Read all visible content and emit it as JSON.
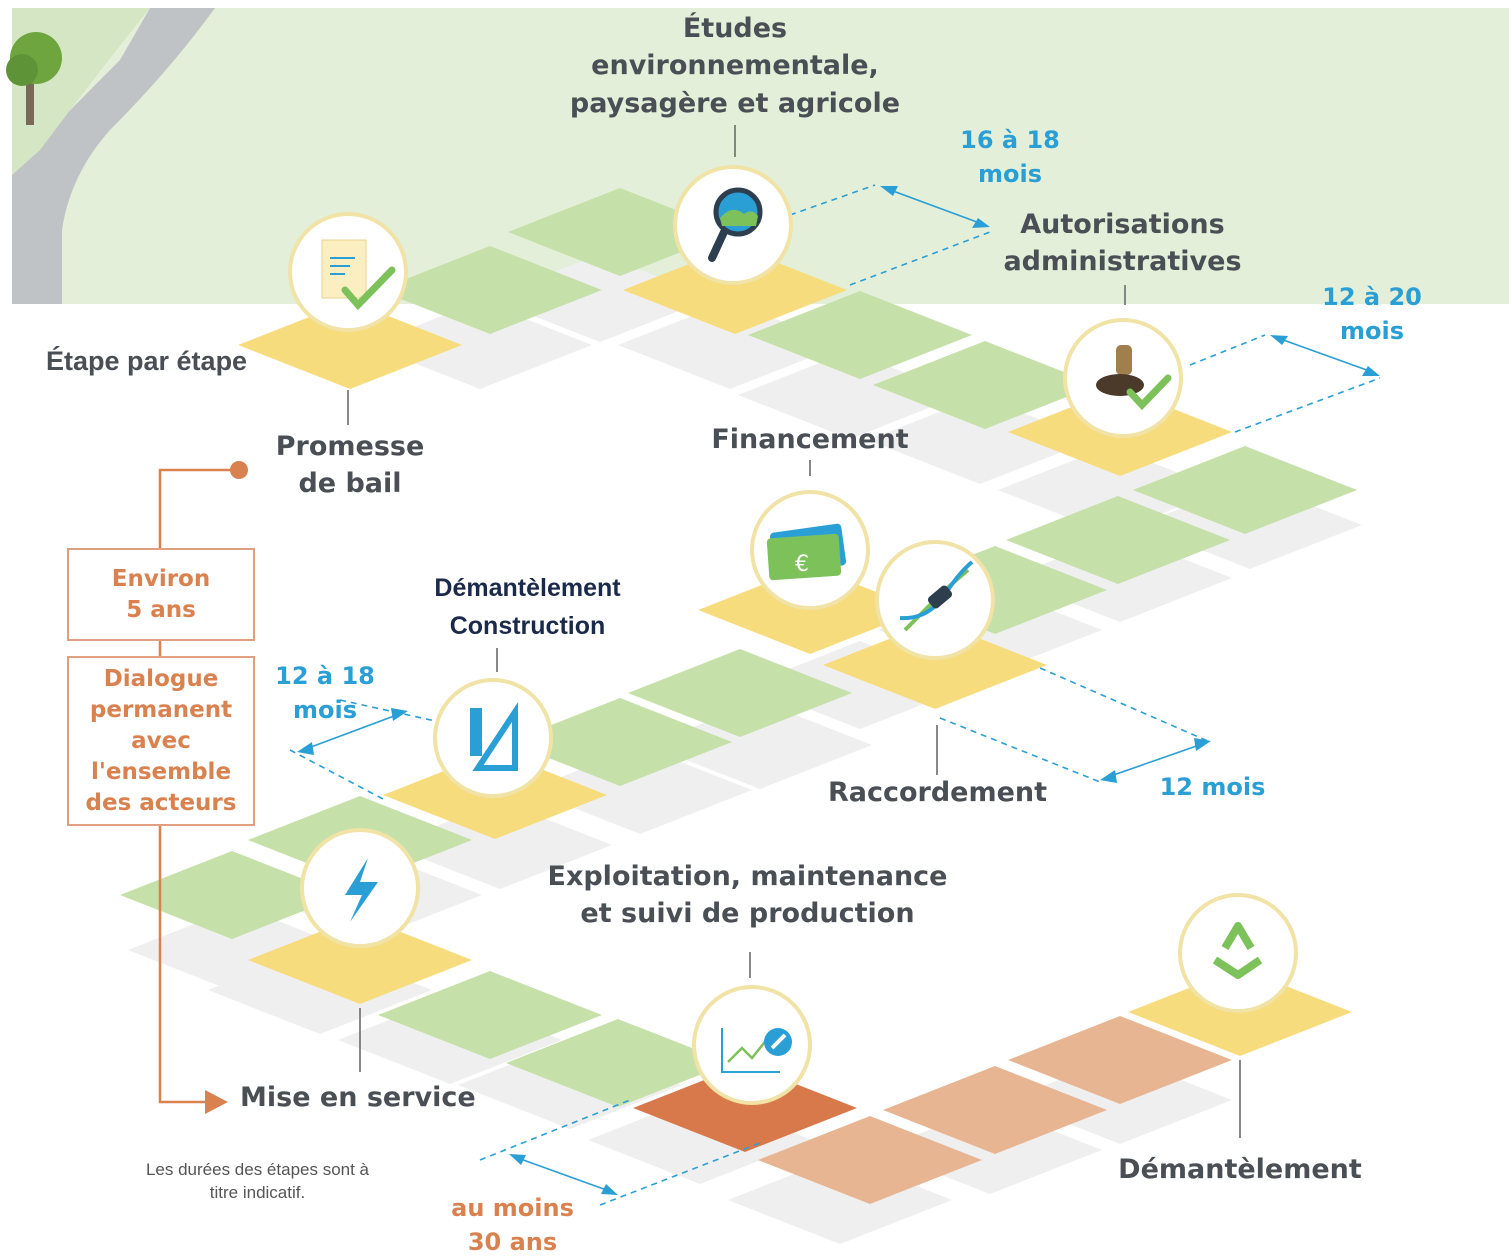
{
  "title": "Étape par étape",
  "steps": {
    "etudes": "Études\nenvironnementale,\npaysagère et agricole",
    "autorisations": "Autorisations\nadministratives",
    "promesse": "Promesse\nde bail",
    "financement": "Financement",
    "demantelement_construction": "Démantèlement\nConstruction",
    "raccordement": "Raccordement",
    "exploitation": "Exploitation, maintenance\net suivi de production",
    "mise_en_service": "Mise en service",
    "demantelement": "Démantèlement"
  },
  "durations": {
    "etudes": "16 à 18\nmois",
    "autorisations": "12 à 20\nmois",
    "construction": "12 à 18\nmois",
    "raccordement": "12 mois",
    "exploitation": "au moins\n30 ans"
  },
  "timeline": {
    "total": "Environ\n5 ans",
    "dialogue": "Dialogue\npermanent\navec\nl'ensemble\ndes acteurs"
  },
  "note": "Les durées des étapes sont à\ntitre indicatif.",
  "icons": [
    "document-check-icon",
    "magnifier-landscape-icon",
    "stamp-check-icon",
    "banknotes-euro-icon",
    "plug-cable-icon",
    "ruler-square-icon",
    "lightning-icon",
    "chart-wrench-icon",
    "recycle-icon"
  ],
  "colors": {
    "tile_green": "#c5e0a8",
    "tile_yellow": "#f7dc7d",
    "tile_orange_dark": "#d8794b",
    "tile_orange_light": "#e8b593",
    "tile_gray": "#efefef",
    "duration_blue": "#2a9fd6",
    "accent_orange": "#d9824f",
    "icon_green": "#7cc15a",
    "icon_blue": "#2a9fd6"
  }
}
